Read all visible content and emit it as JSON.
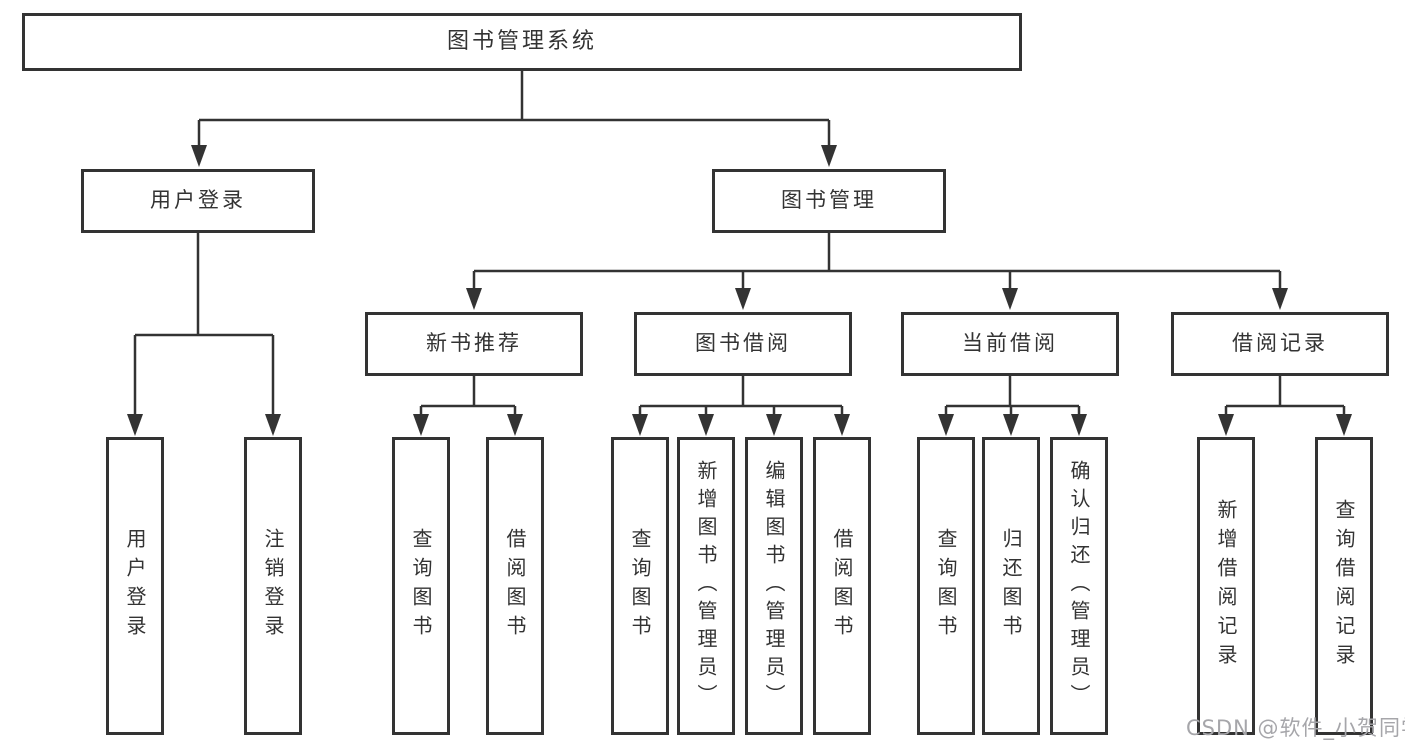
{
  "diagram": {
    "title": "图书管理系统",
    "level2": {
      "user_login": "用户登录",
      "book_mgmt": "图书管理"
    },
    "level3": {
      "new_book": "新书推荐",
      "book_borrow": "图书借阅",
      "current_borrow": "当前借阅",
      "borrow_record": "借阅记录"
    },
    "leaves": {
      "user_login": "用户登录",
      "logout": "注销登录",
      "recommend_query": "查询图书",
      "recommend_borrow": "借阅图书",
      "borrow_query": "查询图书",
      "borrow_add": "新增图书（管理员）",
      "borrow_edit": "编辑图书（管理员）",
      "borrow_borrow": "借阅图书",
      "current_query": "查询图书",
      "current_return": "归还图书",
      "current_confirm": "确认归还（管理员）",
      "record_add": "新增借阅记录",
      "record_query": "查询借阅记录"
    }
  },
  "watermark": "CSDN @软件_小贺同学",
  "colors": {
    "line": "#333333",
    "text": "#333333",
    "box_fill": "#ffffff",
    "watermark": "#a6a6aa"
  }
}
